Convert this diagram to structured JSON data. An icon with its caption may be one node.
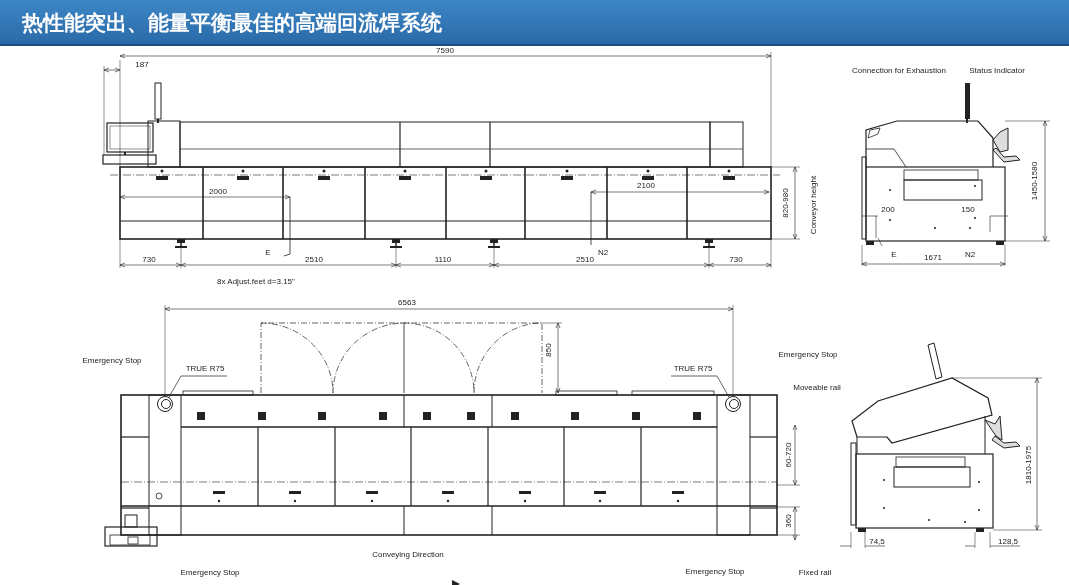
{
  "diagram": {
    "title": "热性能突出、能量平衡最佳的高端回流焊系统",
    "nodes": [
      {
        "text": [
          "TRUE R75"
        ]
      },
      {
        "text": [],
        "shape": "circle"
      },
      {
        "text": [
          "TRUE R75"
        ]
      },
      {
        "text": [],
        "shape": "circle"
      }
    ],
    "edges": [
      {
        "from": 0,
        "to": 1,
        "arrow": "none"
      },
      {
        "from": 2,
        "to": 3,
        "arrow": "none"
      }
    ],
    "labels": [
      "7590",
      "187",
      "Connection for Exhaustion",
      "Status Indicator",
      "2000",
      "2100",
      "820-980",
      "Conveyor height",
      "1450-1580",
      "200",
      "150",
      "730",
      "E",
      "2510",
      "1110",
      "N2",
      "2510",
      "730",
      "E",
      "N2",
      "1671",
      "8x Adjust.feet d=3.15\"",
      "6563",
      "Emergency Stop",
      "850",
      "Emergency Stop",
      "Moveable rail",
      "60-720",
      "1810-1975",
      "360",
      "Conveying Direction",
      "74,5",
      "128,5",
      "Emergency Stop",
      "Emergency Stop",
      "Fixed rail"
    ]
  }
}
